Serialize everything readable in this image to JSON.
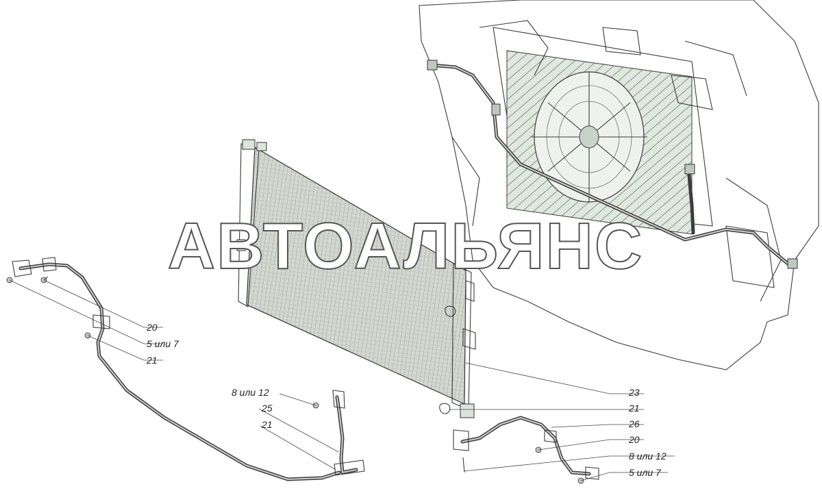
{
  "watermark": "АВТОАЛЬЯНС",
  "callouts": {
    "c20_left": "20",
    "c5or7_left": "5 или 7",
    "c21_left": "21",
    "c8or12_left": "8 или 12",
    "c25": "25",
    "c21_mid": "21",
    "c23": "23",
    "c21_right": "21",
    "c26": "26",
    "c20_right": "20",
    "c8or12_right": "8 или 12",
    "c5or7_right": "5 или 7"
  },
  "colors": {
    "background": "#ffffff",
    "part_fill": "#e2ebe1",
    "part_stroke": "#3a3a3a",
    "condenser_core": "#cfd3cc"
  }
}
